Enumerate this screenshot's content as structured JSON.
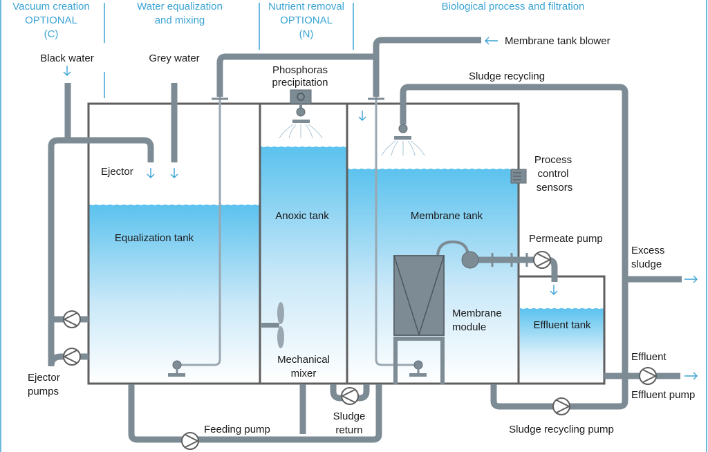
{
  "sections": {
    "vacuum": [
      "Vacuum creation",
      "OPTIONAL",
      "(C)"
    ],
    "equalization": [
      "Water equalization",
      "and mixing"
    ],
    "nutrient": [
      "Nutrient removal",
      "OPTIONAL",
      "(N)"
    ],
    "biological": "Biological process and filtration"
  },
  "inputs": {
    "black_water": "Black water",
    "grey_water": "Grey water",
    "ejector": "Ejector",
    "membrane_blower": "Membrane tank blower"
  },
  "components": {
    "phosphorus": [
      "Phosphoras",
      "precipitation"
    ],
    "sludge_recycling": "Sludge recycling",
    "process_sensors": [
      "Process",
      "control",
      "sensors"
    ],
    "permeate_pump": "Permeate pump",
    "excess_sludge": [
      "Excess",
      "sludge"
    ],
    "membrane_module": [
      "Membrane",
      "module"
    ],
    "effluent": "Effluent",
    "effluent_pump": "Effluent pump",
    "sludge_recycling_pump": "Sludge recycling pump",
    "feeding_pump": "Feeding pump",
    "sludge_return": [
      "Sludge",
      "return"
    ],
    "mechanical_mixer": [
      "Mechanical",
      "mixer"
    ],
    "ejector_pumps": [
      "Ejector",
      "pumps"
    ]
  },
  "tanks": {
    "equalization": "Equalization tank",
    "anoxic": "Anoxic tank",
    "membrane": "Membrane tank",
    "effluent": "Effluent tank"
  },
  "colors": {
    "accent": "#3aa3d4",
    "water_top": "#5bc2ee",
    "pipe": "#7d8b95",
    "tank_wall": "#5e5e5e"
  }
}
